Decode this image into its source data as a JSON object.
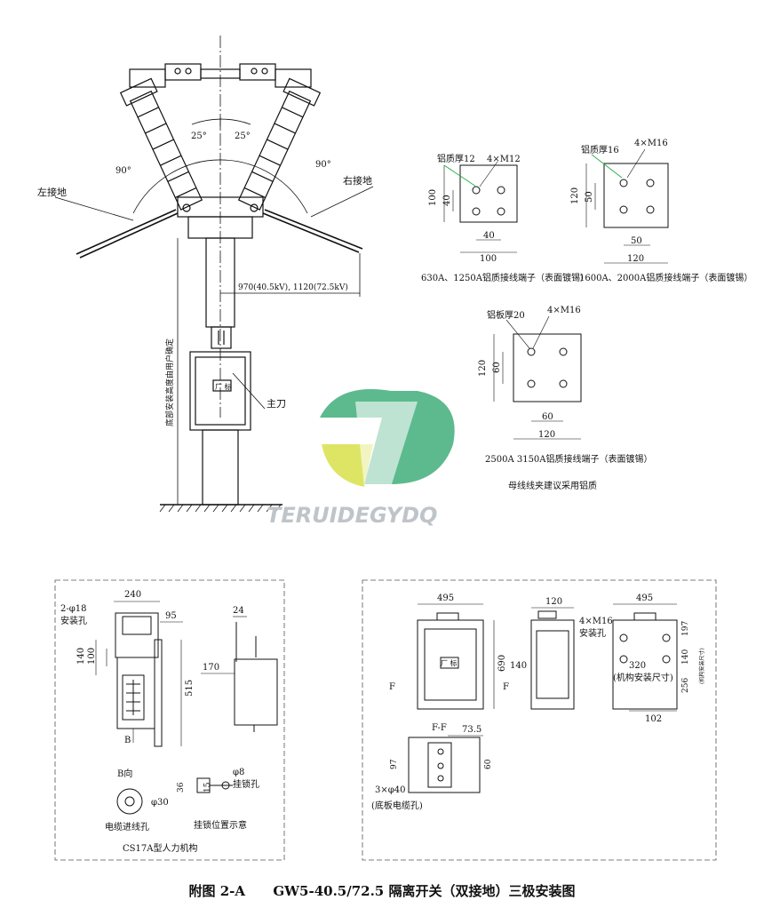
{
  "main_drawing": {
    "angle_left": "25°",
    "angle_right": "25°",
    "arc_left": "90°",
    "arc_right": "90°",
    "left_ground_label": "左接地",
    "right_ground_label": "右接地",
    "main_blade_label": "主刀",
    "distance_label": "970(40.5kV), 1120(72.5kV)",
    "height_note": "底部安装高度由用户确定",
    "box_label": "厂 标"
  },
  "terminal_630": {
    "thickness": "铝质厚12",
    "bolts": "4×M12",
    "dim_height": "100",
    "dim_inner": "40",
    "dim_width_inner": "40",
    "dim_width": "100",
    "caption": "630A、1250A铝质接线端子（表面镀锡）"
  },
  "terminal_1600": {
    "thickness": "铝质厚16",
    "bolts": "4×M16",
    "dim_height": "120",
    "dim_inner": "50",
    "dim_width_inner": "50",
    "dim_width": "120",
    "caption": "1600A、2000A铝质接线端子（表面镀锡）"
  },
  "terminal_2500": {
    "thickness": "铝板厚20",
    "bolts": "4×M16",
    "dim_height": "120",
    "dim_inner": "60",
    "dim_width_inner": "60",
    "dim_width": "120",
    "caption": "2500A  3150A铝质接线端子（表面镀锡）",
    "note": "母线线夹建议采用铝质"
  },
  "watermark": "TERUIDEGYDQ",
  "mechanism_left": {
    "dim_240": "240",
    "dim_95": "95",
    "holes": "2-φ18",
    "holes_label": "安装孔",
    "dim_140": "140",
    "dim_100": "100",
    "dim_515": "515",
    "dim_24": "24",
    "dim_170": "170",
    "b_arrow": "B",
    "b_view": "B向",
    "dim_phi30": "φ30",
    "cable_hole": "电缆进线孔",
    "dim_36": "36",
    "dim_15": "15",
    "dim_phi8": "φ8",
    "lock_hole": "挂锁孔",
    "lock_position": "挂锁位置示意",
    "title": "CS17A型人力机构"
  },
  "mechanism_right": {
    "dim_495a": "495",
    "dim_690": "690",
    "box_label": "厂 标",
    "f_left": "F",
    "f_right": "F",
    "dim_120": "120",
    "dim_140": "140",
    "dim_495b": "495",
    "bolts": "4×M16",
    "bolts_label": "安装孔",
    "dim_320": "320",
    "mount_size": "(机构安装尺寸)",
    "dim_197": "197",
    "dim_140b": "140",
    "dim_256": "256",
    "side_note": "(机构安装尺寸)",
    "dim_102": "102",
    "section": "F-F",
    "dim_73_5": "73.5",
    "dim_97": "97",
    "dim_60": "60",
    "holes": "3×φ40",
    "holes_label": "(底板电缆孔)"
  },
  "caption": "附图 2-A      GW5-40.5/72.5 隔离开关（双接地）三极安装图",
  "colors": {
    "line": "#111111",
    "logo_green": "#3fae7a",
    "logo_yellow": "#d8e04a",
    "watermark": "#bfc4c8"
  }
}
